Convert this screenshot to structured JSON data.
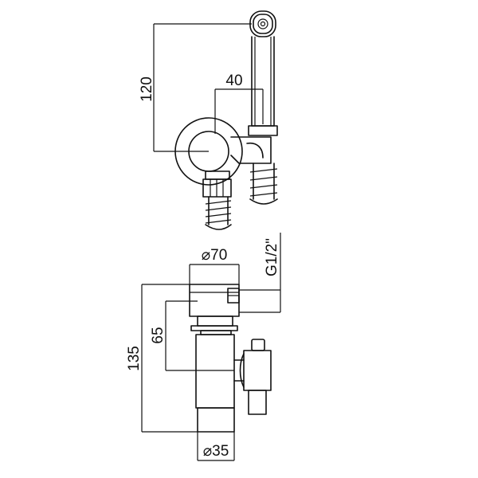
{
  "dimensions": {
    "height_handshower": "120",
    "offset_handshower": "40",
    "diameter_plate": "⌀70",
    "thread": "G1/2\"",
    "height_outlet": "65",
    "height_total": "135",
    "diameter_body": "⌀35"
  }
}
